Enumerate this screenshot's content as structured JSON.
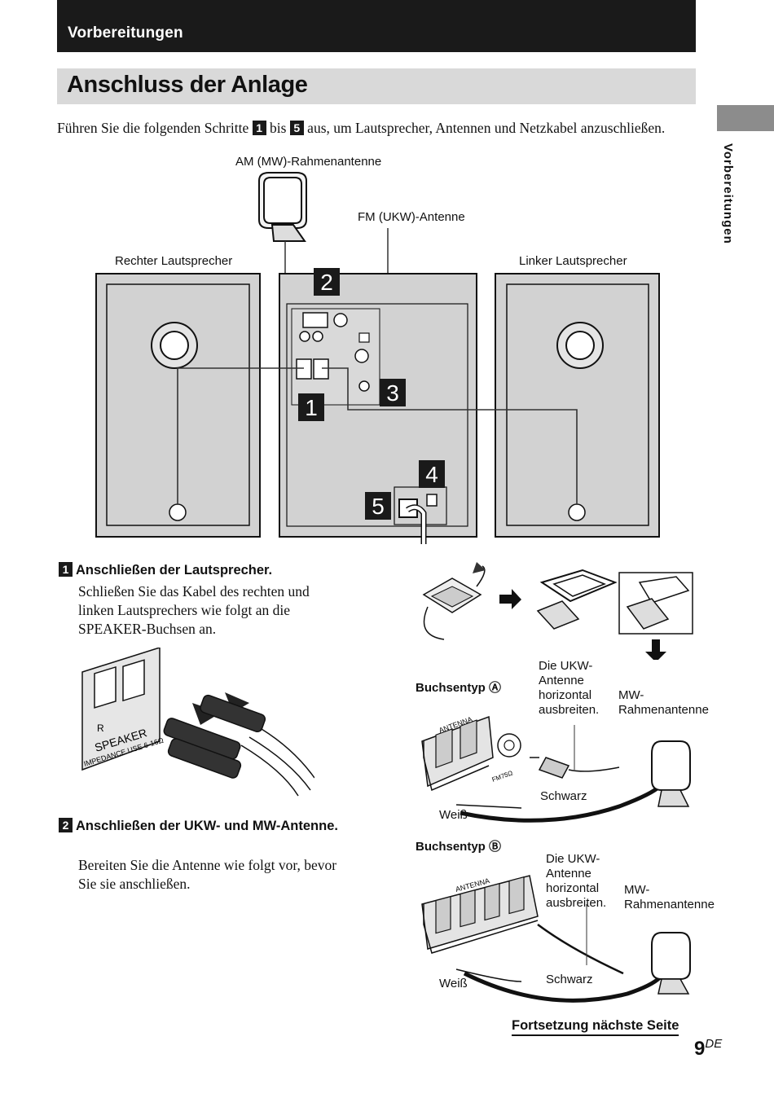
{
  "header": {
    "section": "Vorbereitungen"
  },
  "title": "Anschluss der Anlage",
  "side_tab": {
    "label": "Vorbereitungen"
  },
  "intro": {
    "part1": "Führen Sie die folgenden Schritte",
    "num1": "1",
    "part2": "bis",
    "num2": "5",
    "part3": "aus, um Lautsprecher, Antennen und Netzkabel anzuschließen."
  },
  "diagram": {
    "am_antenna": "AM (MW)-Rahmenantenne",
    "fm_antenna": "FM (UKW)-Antenne",
    "right_speaker": "Rechter Lautsprecher",
    "left_speaker": "Linker Lautsprecher",
    "steps": [
      "1",
      "2",
      "3",
      "4",
      "5"
    ]
  },
  "step1": {
    "num": "1",
    "heading": "Anschließen der Lautsprecher.",
    "body": "Schließen Sie das Kabel des rechten und linken Lautsprechers wie folgt an die SPEAKER-Buchsen an.",
    "figure": {
      "channel": "R",
      "label": "SPEAKER",
      "impedance": "IMPEDANCE USE 6-16Ω"
    }
  },
  "step2": {
    "num": "2",
    "heading": "Anschließen der UKW- und MW-Antenne.",
    "body": "Bereiten Sie die Antenne wie folgt vor, bevor Sie sie anschließen."
  },
  "jackA": {
    "type": "Buchsentyp Ⓐ",
    "ukw_note": [
      "Die UKW-",
      "Antenne",
      "horizontal",
      "ausbreiten."
    ],
    "mw_label": [
      "MW-",
      "Rahmenantenne"
    ],
    "black": "Schwarz",
    "white": "Weiß",
    "panel": "ANTENNA",
    "fm": "FM75Ω"
  },
  "jackB": {
    "type": "Buchsentyp Ⓑ",
    "ukw_note": [
      "Die UKW-",
      "Antenne",
      "horizontal",
      "ausbreiten."
    ],
    "mw_label": [
      "MW-",
      "Rahmenantenne"
    ],
    "black": "Schwarz",
    "white": "Weiß",
    "panel": "ANTENNA"
  },
  "footer": {
    "continued": "Fortsetzung nächste Seite",
    "page": "9",
    "page_suffix": "DE"
  }
}
